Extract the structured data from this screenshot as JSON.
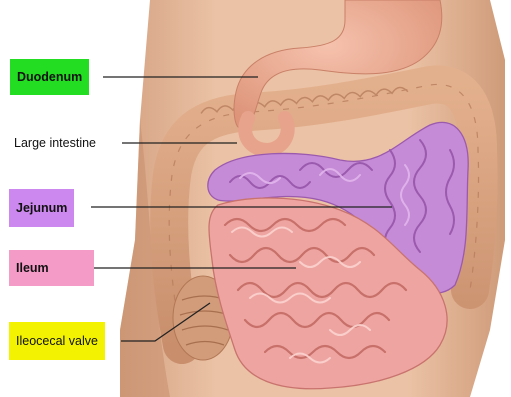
{
  "labels": {
    "duodenum": {
      "text": "Duodenum",
      "color": "#22dd22"
    },
    "large_intestine": {
      "text": "Large intestine",
      "color": "transparent"
    },
    "jejunum": {
      "text": "Jejunum",
      "color": "#cc88ee"
    },
    "ileum": {
      "text": "Ileum",
      "color": "#f59bc8"
    },
    "ileocecal_valve": {
      "text": "Ileocecal valve",
      "color": "#f3f200"
    }
  },
  "colors": {
    "skin": "#e3b899",
    "skin_shadow": "#c9916d",
    "stomach": "#efab92",
    "large_intestine": "#d8a37f",
    "jejunum": "#c68ad6",
    "ileum": "#eea5a1",
    "leader_line": "#222222"
  }
}
